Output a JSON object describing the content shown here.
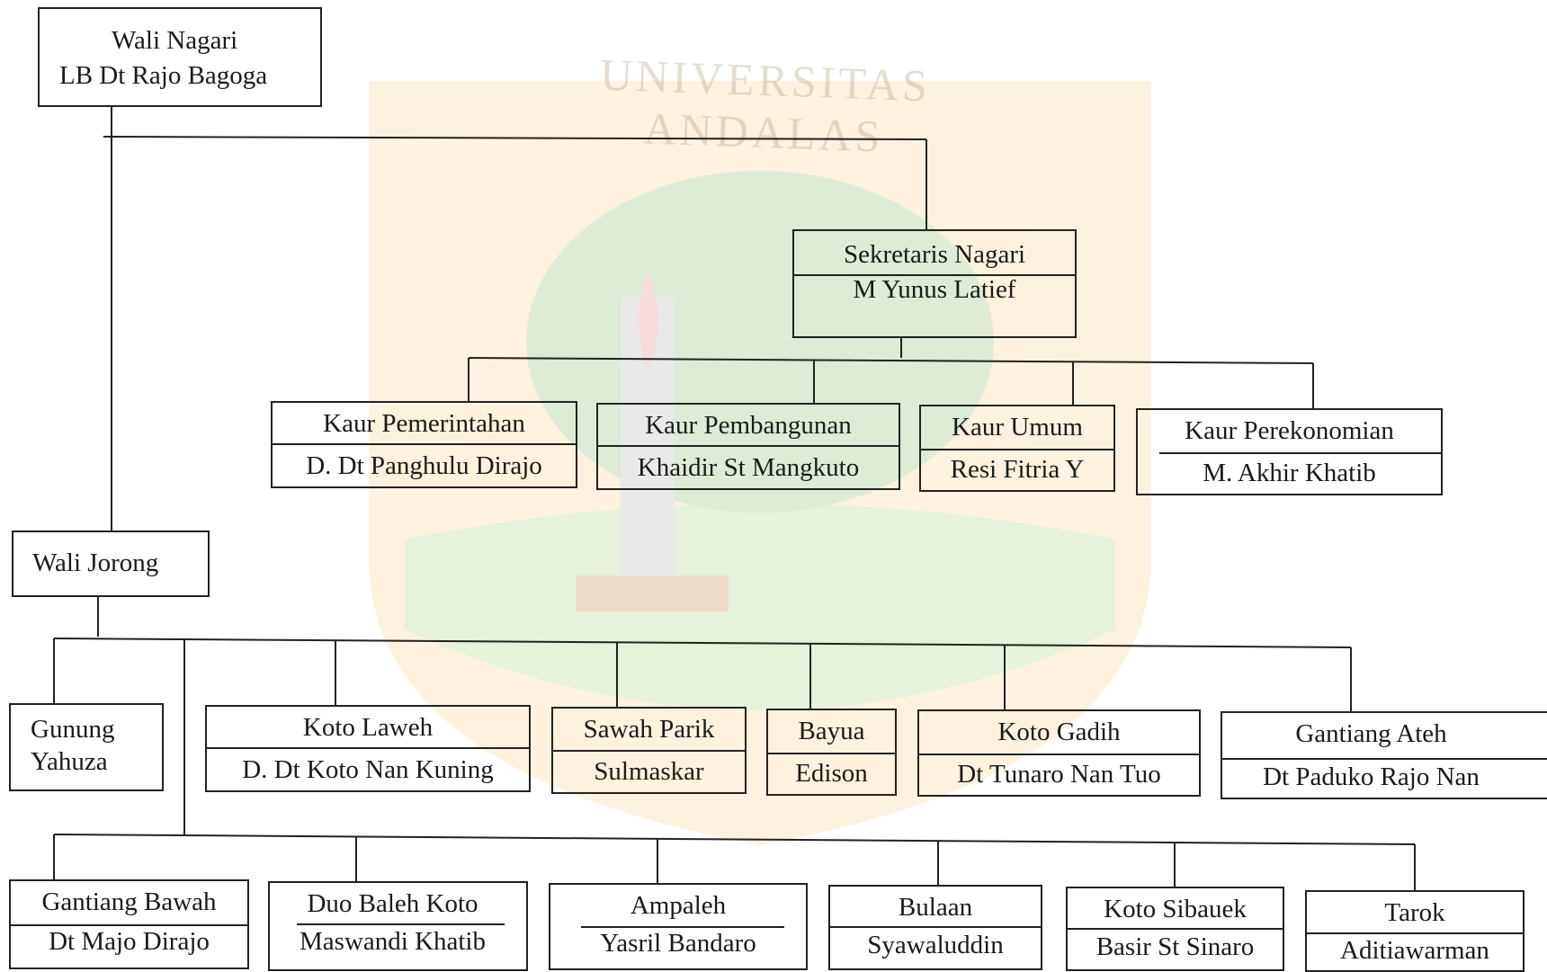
{
  "watermark": {
    "text": "UNIVERSITAS ANDALAS"
  },
  "head": {
    "title": "Wali Nagari",
    "name": "LB Dt Rajo Bagoga"
  },
  "secretary": {
    "title": "Sekretaris Nagari",
    "name": "M Yunus Latief"
  },
  "kaur": [
    {
      "title": "Kaur Pemerintahan",
      "name": "D. Dt Panghulu Dirajo"
    },
    {
      "title": "Kaur Pembangunan",
      "name": "Khaidir St Mangkuto"
    },
    {
      "title": "Kaur Umum",
      "name": "Resi Fitria Y"
    },
    {
      "title": "Kaur Perekonomian",
      "name": "M. Akhir Khatib"
    }
  ],
  "wali_jorong": {
    "title": "Wali Jorong"
  },
  "jorong_row1": [
    {
      "title": "Gunung",
      "name": "Yahuza"
    },
    {
      "title": "Koto Laweh",
      "name": "D. Dt Koto Nan Kuning"
    },
    {
      "title": "Sawah Parik",
      "name": "Sulmaskar"
    },
    {
      "title": "Bayua",
      "name": "Edison"
    },
    {
      "title": "Koto Gadih",
      "name": "Dt Tunaro Nan Tuo"
    },
    {
      "title": "Gantiang Ateh",
      "name": "Dt Paduko Rajo Nan"
    }
  ],
  "jorong_row2": [
    {
      "title": "Gantiang Bawah",
      "name": "Dt Majo Dirajo"
    },
    {
      "title": "Duo Baleh Koto",
      "name": "Maswandi Khatib"
    },
    {
      "title": "Ampaleh",
      "name": "Yasril Bandaro"
    },
    {
      "title": "Bulaan",
      "name": "Syawaluddin"
    },
    {
      "title": "Koto Sibauek",
      "name": "Basir St Sinaro"
    },
    {
      "title": "Tarok",
      "name": "Aditiawarman"
    }
  ]
}
